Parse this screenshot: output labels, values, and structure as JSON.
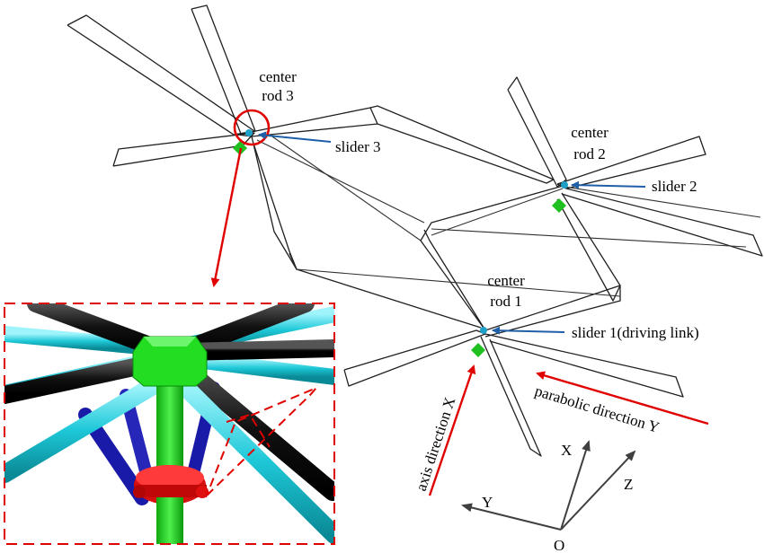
{
  "labels": {
    "center_rod_1_line1": "center",
    "center_rod_1_line2": "rod 1",
    "center_rod_2_line1": "center",
    "center_rod_2_line2": "rod 2",
    "center_rod_3_line1": "center",
    "center_rod_3_line2": "rod 3",
    "slider_1": "slider 1(driving link)",
    "slider_2": "slider 2",
    "slider_3": "slider 3",
    "axis_direction": "axis direction X",
    "parabolic_direction": "parabolic direction Y"
  },
  "coordinate_axes": {
    "origin": "O",
    "x": "X",
    "y": "Y",
    "z": "Z"
  },
  "colors": {
    "wireframe": "#202020",
    "leader_lines": "#1f5fa8",
    "direction_arrows": "#e00000",
    "zoom_box_border": "#e00000",
    "slider_marker": "#20c020",
    "detail_black_rods": "#111111",
    "detail_cyan_rods": "#1ec8d8",
    "detail_blue_rods": "#2020b0",
    "detail_green_hub": "#22dd22",
    "detail_red_slider": "#e01010"
  }
}
